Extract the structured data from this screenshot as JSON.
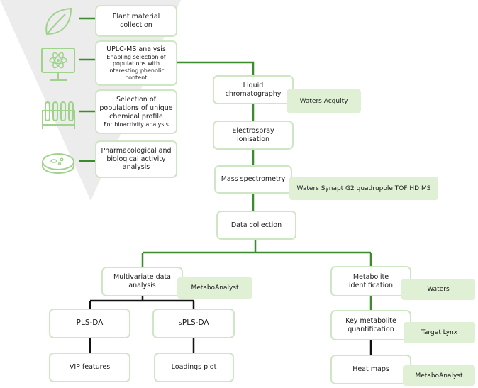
{
  "colors": {
    "line_green": "#3d8b2f",
    "line_black": "#111111",
    "triangle": "#ececec",
    "icon": "#9fd38c",
    "box_border": "#cfe6c4",
    "tool_fill": "#dff0d5"
  },
  "icons": [
    "leaf-icon",
    "monitor-atom-icon",
    "test-tubes-icon",
    "petri-dish-icon"
  ],
  "steps": {
    "plant": "Plant material collection",
    "uplc_title": "UPLC-MS analysis",
    "uplc_sub": "Enabling selection of populations with interesting phenolic content",
    "selection_title": "Selection of populations of unique chemical profile",
    "selection_sub": "For bioactivity analysis",
    "pharma": "Pharmacological and biological activity analysis"
  },
  "workflow": {
    "lc": "Liquid chromatography",
    "lc_tool": "Waters Acquity",
    "esi": "Electrospray ionisation",
    "ms": "Mass spectrometry",
    "ms_tool": "Waters Synapt G2 quadrupole TOF HD MS",
    "dc": "Data collection",
    "mva": "Multivariate data analysis",
    "mva_tool": "MetaboAnalyst",
    "plsda": "PLS-DA",
    "splsda": "sPLS-DA",
    "vip": "VIP features",
    "loadings": "Loadings plot",
    "metid": "Metabolite identification",
    "metid_tool": "Waters",
    "kmq": "Key metabolite quantification",
    "kmq_tool": "Target Lynx",
    "heat": "Heat maps",
    "heat_tool": "MetaboAnalyst"
  }
}
